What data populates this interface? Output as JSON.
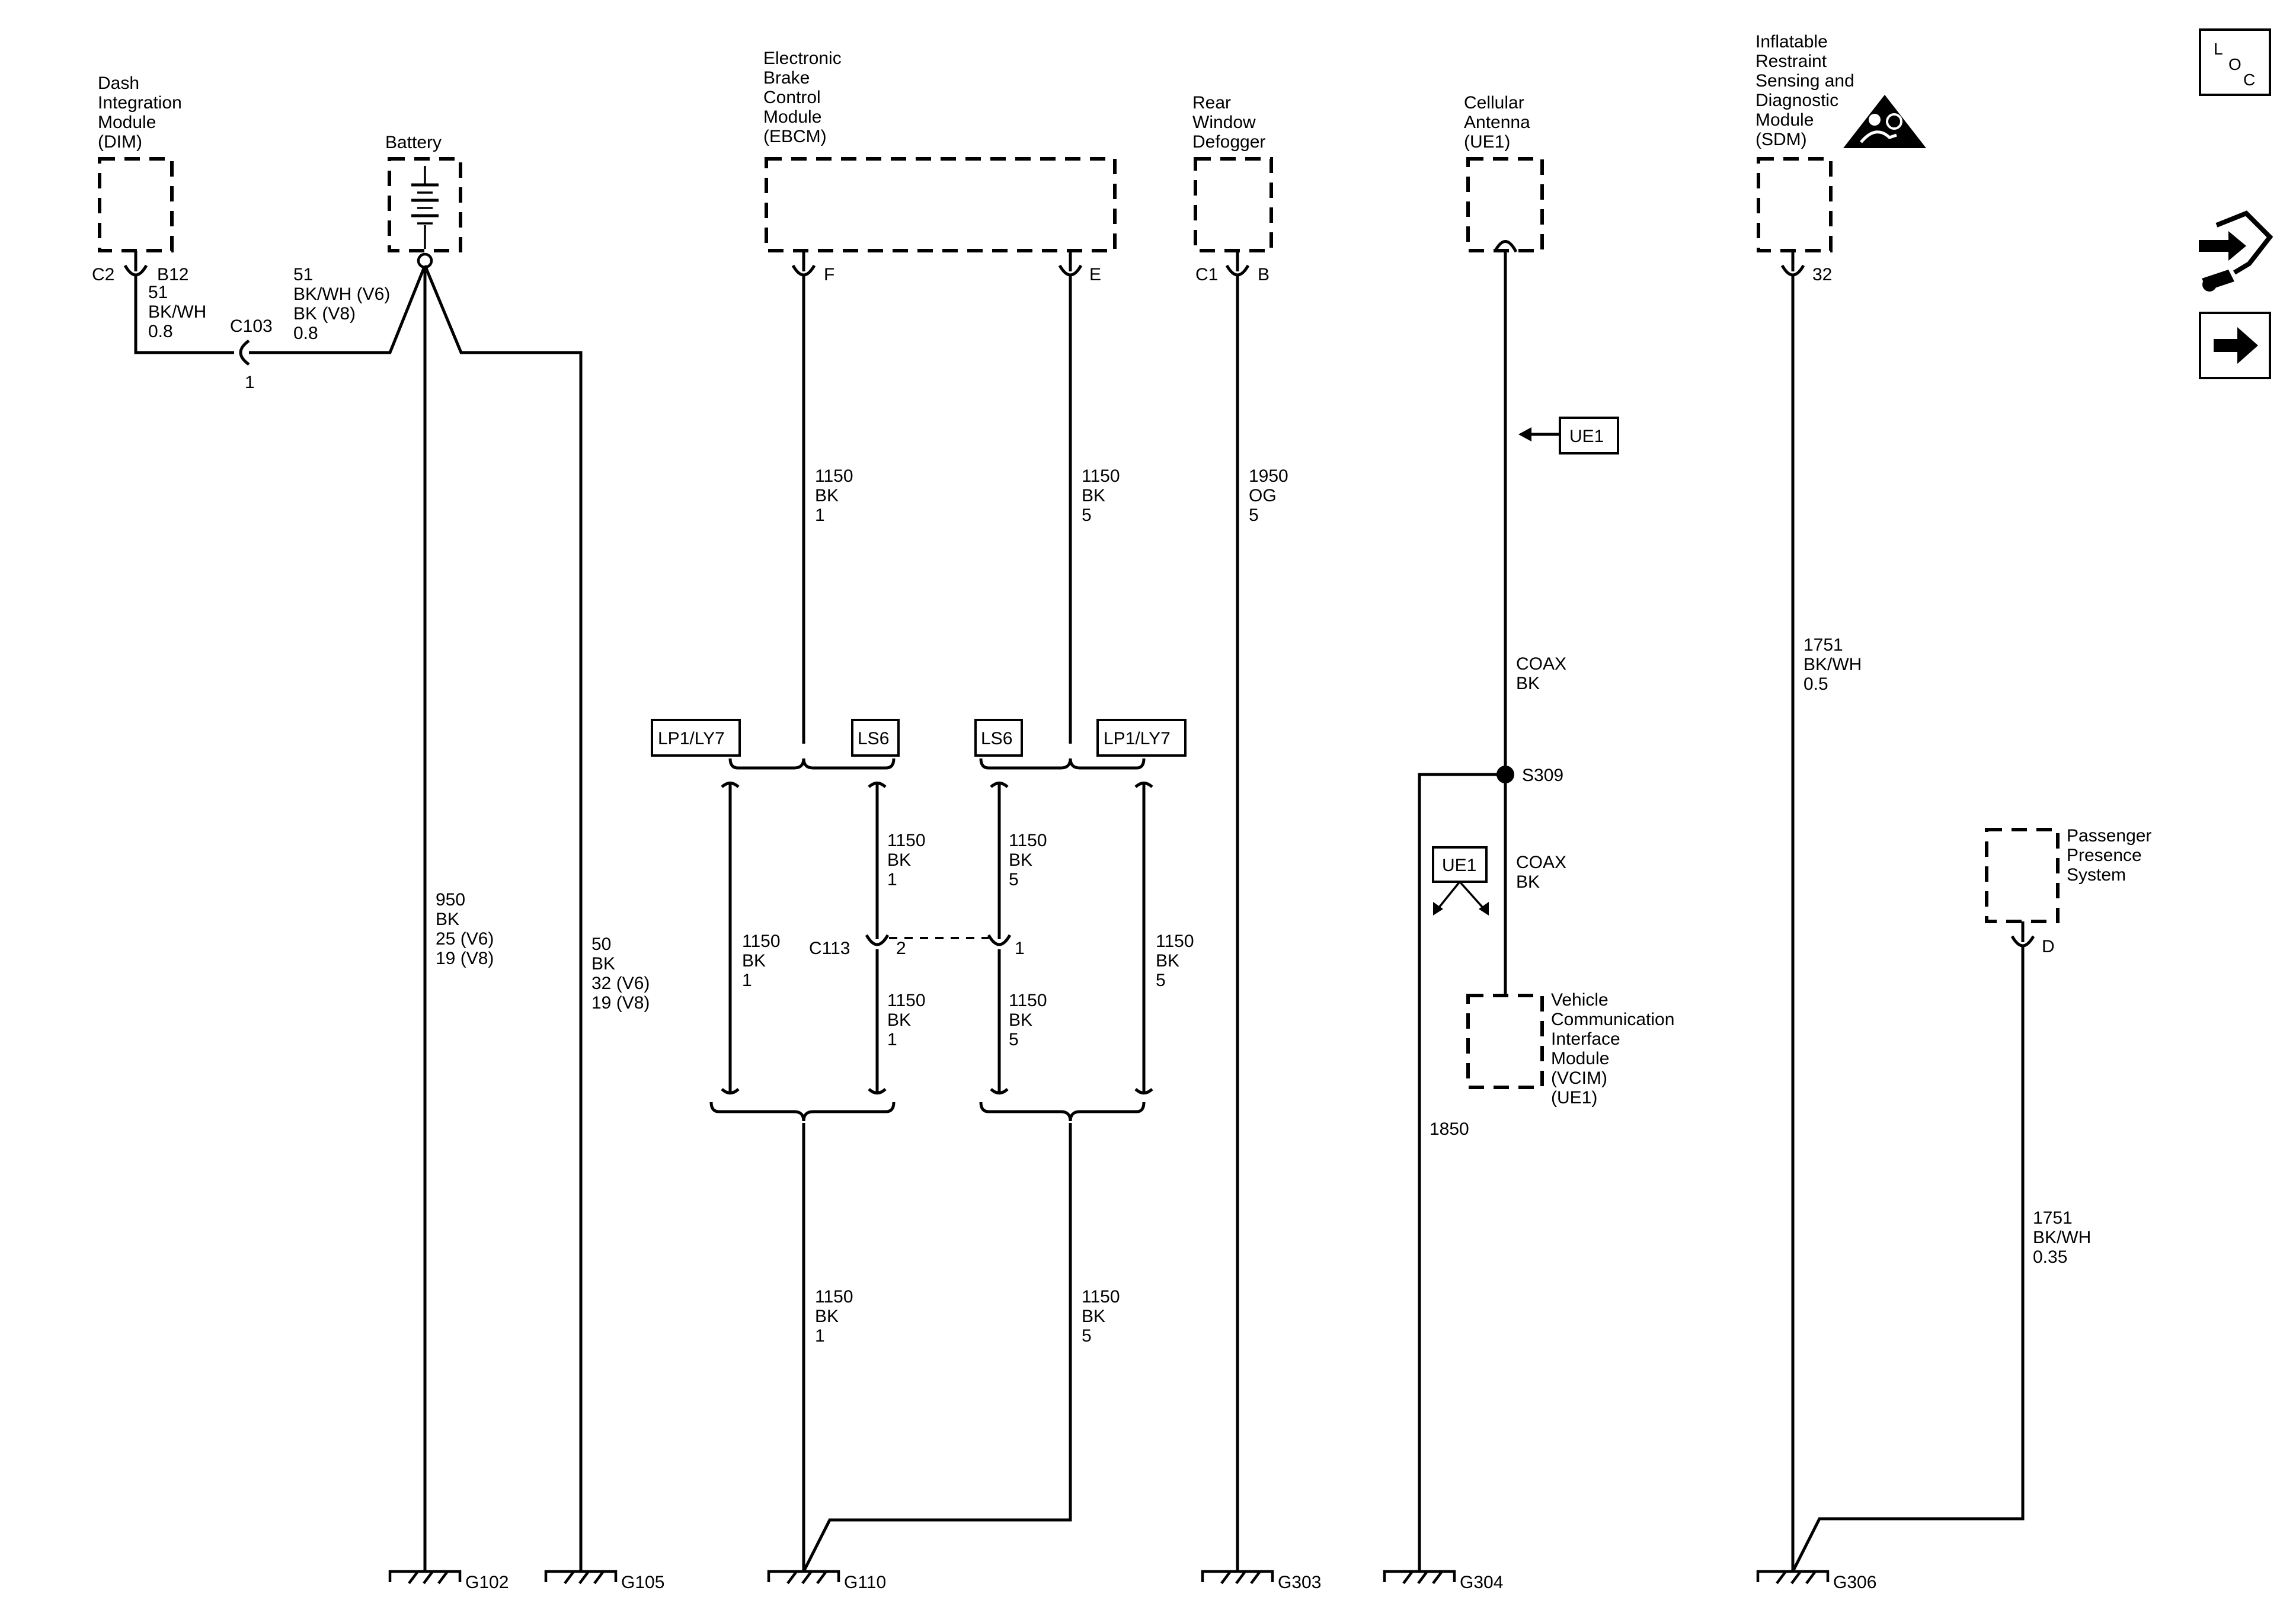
{
  "components": {
    "dim": [
      "Dash",
      "Integration",
      "Module",
      "(DIM)"
    ],
    "battery": [
      "Battery"
    ],
    "ebcm": [
      "Electronic",
      "Brake",
      "Control",
      "Module",
      "(EBCM)"
    ],
    "defogger": [
      "Rear",
      "Window",
      "Defogger"
    ],
    "antenna": [
      "Cellular",
      "Antenna",
      "(UE1)"
    ],
    "sdm": [
      "Inflatable",
      "Restraint",
      "Sensing and",
      "Diagnostic",
      "Module",
      "(SDM)"
    ],
    "pps": [
      "Passenger",
      "Presence",
      "System"
    ],
    "vcim": [
      "Vehicle",
      "Communication",
      "Interface",
      "Module",
      "(VCIM)",
      "(UE1)"
    ]
  },
  "pins": {
    "dim_conn": "C2",
    "dim_pin": "B12",
    "ebcm_f": "F",
    "ebcm_e": "E",
    "def_conn": "C1",
    "def_pin": "B",
    "sdm_pin": "32",
    "pps_pin": "D",
    "c103": "C103",
    "c103_pin": "1",
    "c113": "C113",
    "c113_left": "2",
    "c113_right": "1"
  },
  "wires": {
    "dim": [
      "51",
      "BK/WH",
      "0.8"
    ],
    "batt_top": [
      "51",
      "BK/WH (V6)",
      "BK (V8)",
      "0.8"
    ],
    "batt_g102": [
      "950",
      "BK",
      "25 (V6)",
      "19 (V8)"
    ],
    "batt_g105": [
      "50",
      "BK",
      "32 (V6)",
      "19 (V8)"
    ],
    "ebcm_f": [
      "1150",
      "BK",
      "1"
    ],
    "ebcm_e": [
      "1150",
      "BK",
      "5"
    ],
    "c113_in_l": [
      "1150",
      "BK",
      "1"
    ],
    "c113_in_r": [
      "1150",
      "BK",
      "5"
    ],
    "bypass_l": [
      "1150",
      "BK",
      "1"
    ],
    "bypass_r": [
      "1150",
      "BK",
      "5"
    ],
    "c113_out_l": [
      "1150",
      "BK",
      "1"
    ],
    "c113_out_r": [
      "1150",
      "BK",
      "5"
    ],
    "g110_l": [
      "1150",
      "BK",
      "1"
    ],
    "g110_r": [
      "1150",
      "BK",
      "5"
    ],
    "defogger": [
      "1950",
      "OG",
      "5"
    ],
    "coax_top": [
      "COAX",
      "BK"
    ],
    "coax_bot": [
      "COAX",
      "BK"
    ],
    "g304": [
      "1850"
    ],
    "sdm": [
      "1751",
      "BK/WH",
      "0.5"
    ],
    "pps": [
      "1751",
      "BK/WH",
      "0.35"
    ]
  },
  "options": {
    "lp_left": "LP1/LY7",
    "ls6_left": "LS6",
    "ls6_right": "LS6",
    "lp_right": "LP1/LY7",
    "ue1_top": "UE1",
    "ue1_mid": "UE1"
  },
  "splice": "S309",
  "grounds": [
    "G102",
    "G105",
    "G110",
    "G303",
    "G304",
    "G306"
  ],
  "loc_icon": [
    "L",
    "O",
    "C"
  ]
}
